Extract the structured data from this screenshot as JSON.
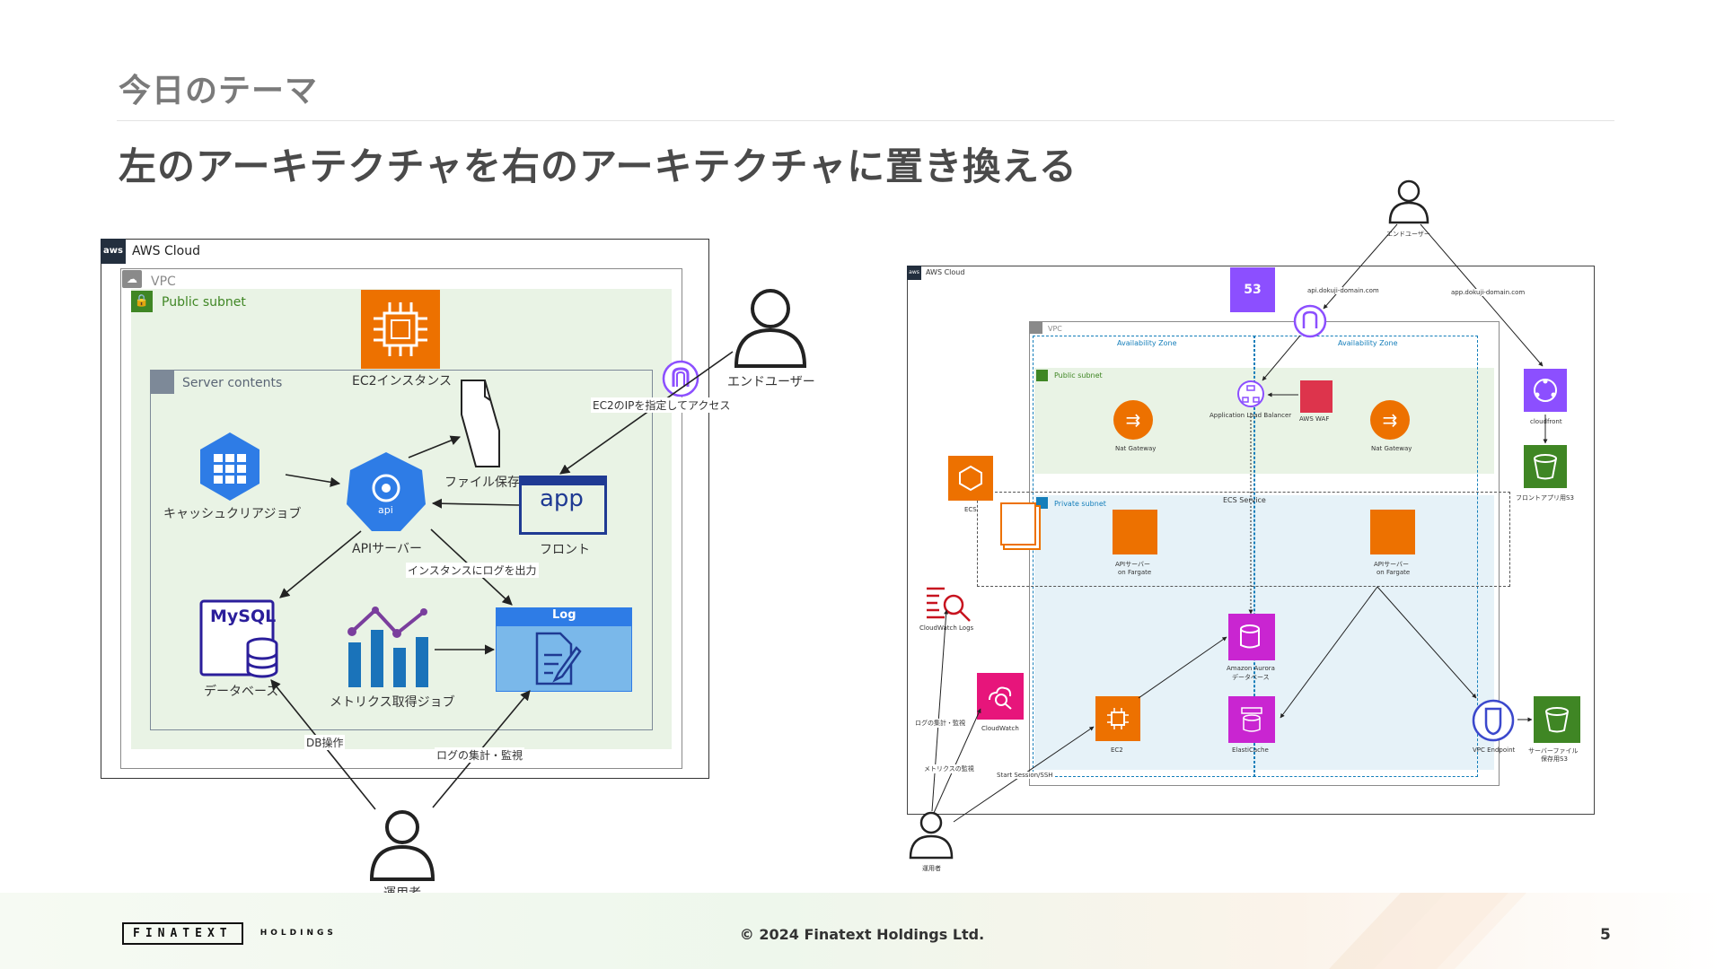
{
  "header": {
    "subtitle": "今日のテーマ",
    "title": "左のアーキテクチャを右のアーキテクチャに置き換える"
  },
  "left_diagram": {
    "aws_cloud": "AWS Cloud",
    "vpc": "VPC",
    "public_subnet": "Public subnet",
    "server_contents": "Server contents",
    "ec2_instance": "EC2インスタンス",
    "end_user": "エンドユーザー",
    "access_label": "EC2のIPを指定してアクセス",
    "file_save": "ファイル保存",
    "cache_clear_job": "キャッシュクリアジョブ",
    "api_icon_text": "api",
    "api_server": "APIサーバー",
    "app_icon_text": "app",
    "front": "フロント",
    "log_output": "インスタンスにログを出力",
    "mysql_icon_text": "MySQL",
    "database": "データベース",
    "metrics_job": "メトリクス取得ジョブ",
    "log_title": "Log",
    "db_operation": "DB操作",
    "log_monitor": "ログの集計・監視",
    "operator": "運用者"
  },
  "right_diagram": {
    "end_user": "エンドユーザー",
    "aws_cloud": "AWS Cloud",
    "api_domain": "api.dokuji-domain.com",
    "app_domain": "app.dokuji-domain.com",
    "vpc": "VPC",
    "az1": "Availability Zone",
    "az2": "Availability Zone",
    "public_subnet": "Public subnet",
    "alb": "Application Load Balancer",
    "waf": "AWS WAF",
    "nat1": "Nat Gateway",
    "nat2": "Nat Gateway",
    "cloudfront": "cloudfront",
    "front_s3": "フロントアプリ用S3",
    "ecs": "ECS",
    "private_subnet": "Private subnet",
    "ecs_service": "ECS Service",
    "api_fargate1": "APIサーバー",
    "api_fargate1_sub": "on Fargate",
    "api_fargate2": "APIサーバー",
    "api_fargate2_sub": "on Fargate",
    "cloudwatch_logs": "CloudWatch Logs",
    "aurora": "Amazon Aurora",
    "aurora_sub": "データベース",
    "cloudwatch": "CloudWatch",
    "log_monitor": "ログの集計・監視",
    "ec2": "EC2",
    "elasticache": "ElastiCache",
    "vpc_endpoint": "VPC Endpoint",
    "server_s3": "サーバーファイル",
    "server_s3_sub": "保存用S3",
    "metrics_monitor": "メトリクスの監視",
    "start_session": "Start Session/SSH",
    "operator": "運用者"
  },
  "footer": {
    "logo_main": "FINATEXT",
    "logo_sub": "HOLDINGS",
    "copyright": "© 2024 Finatext Holdings Ltd.",
    "page": "5"
  },
  "colors": {
    "ec2_orange": "#ED7100",
    "s3_green": "#3F8624",
    "aurora_magenta": "#C925D1",
    "route53_purple": "#8C4FFF",
    "waf_red": "#DD344C",
    "api_blue": "#2E7CE6",
    "app_navy": "#1F3A93",
    "public_subnet_fill": "#E9F3E5",
    "private_subnet_fill": "#E6F2F8"
  }
}
